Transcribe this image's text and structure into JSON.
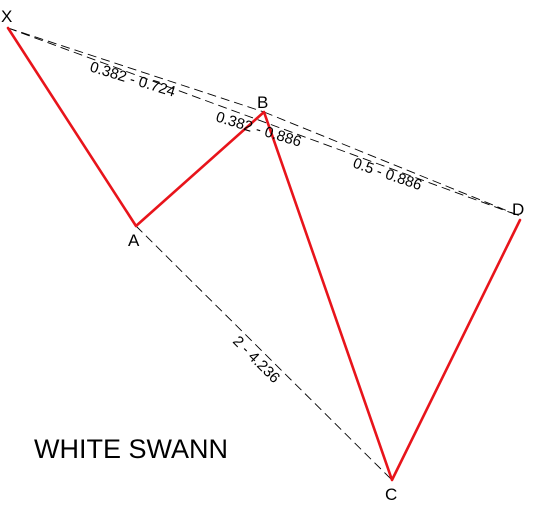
{
  "diagram": {
    "title": "WHITE SWANN",
    "colors": {
      "pattern_leg": "#e8141b",
      "reference_line": "#000000"
    },
    "points": {
      "X": "X",
      "A": "A",
      "B": "B",
      "C": "C",
      "D": "D"
    },
    "ratios": {
      "xb": "0.382 - 0.724",
      "ac": "0.382 - 0.886",
      "bd": "0.5 - 0.886",
      "ac_extension": "2 - 4.236"
    }
  }
}
